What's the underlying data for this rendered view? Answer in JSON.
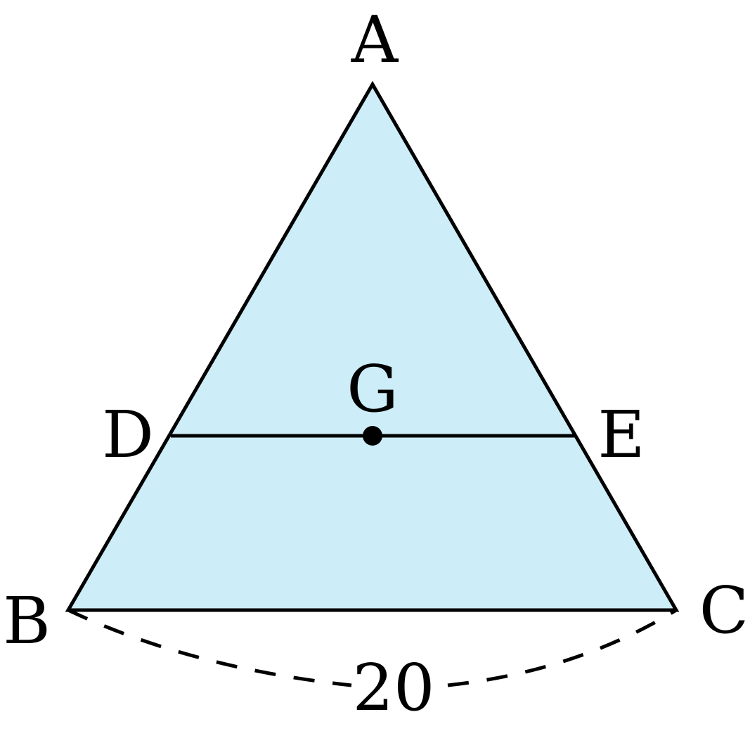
{
  "labels": {
    "A": "A",
    "B": "B",
    "C": "C",
    "D": "D",
    "E": "E",
    "G": "G",
    "base_length": "20"
  },
  "colors": {
    "triangle_fill": "#cdedf8",
    "stroke": "#000000"
  }
}
